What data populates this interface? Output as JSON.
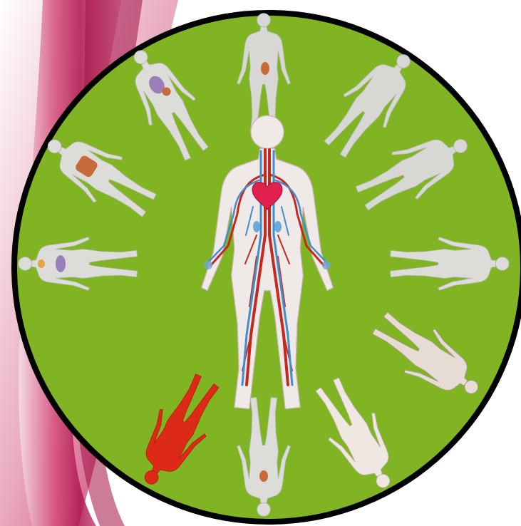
{
  "image": {
    "subject": "body-systems-circle",
    "colors": {
      "background": "#ffffff",
      "swoosh_dark": "#b0144e",
      "swoosh_mid": "#d3507e",
      "swoosh_light": "#f1c3d4",
      "disc_fill": "#80b422",
      "disc_border": "#000000",
      "figure_gray": "#d7d7d4",
      "figure_gray_edge": "#b9b9b4",
      "figure_beige": "#e7dcd4",
      "figure_red": "#dd2a16",
      "artery_red": "#c6281e",
      "vein_blue": "#3f8fd0",
      "heart": "#e0204e",
      "organ_purple": "#9a7fb8",
      "organ_orange": "#c96a3a",
      "skeleton_cream": "#efe3c9"
    },
    "figures": [
      {
        "name": "figure-circulatory-center",
        "variant": "circulatory"
      },
      {
        "name": "figure-top",
        "variant": "gray-organs"
      },
      {
        "name": "figure-top-right",
        "variant": "gray"
      },
      {
        "name": "figure-right-upper",
        "variant": "gray"
      },
      {
        "name": "figure-right",
        "variant": "gray-outline"
      },
      {
        "name": "figure-right-lower-muscular",
        "variant": "beige"
      },
      {
        "name": "figure-lower-right-skeletal",
        "variant": "beige-light"
      },
      {
        "name": "figure-bottom",
        "variant": "gray-organs"
      },
      {
        "name": "figure-bottom-left-red",
        "variant": "red"
      },
      {
        "name": "figure-left",
        "variant": "gray-organs"
      },
      {
        "name": "figure-upper-left",
        "variant": "gray-organs"
      },
      {
        "name": "figure-top-left",
        "variant": "gray-organs"
      }
    ]
  }
}
